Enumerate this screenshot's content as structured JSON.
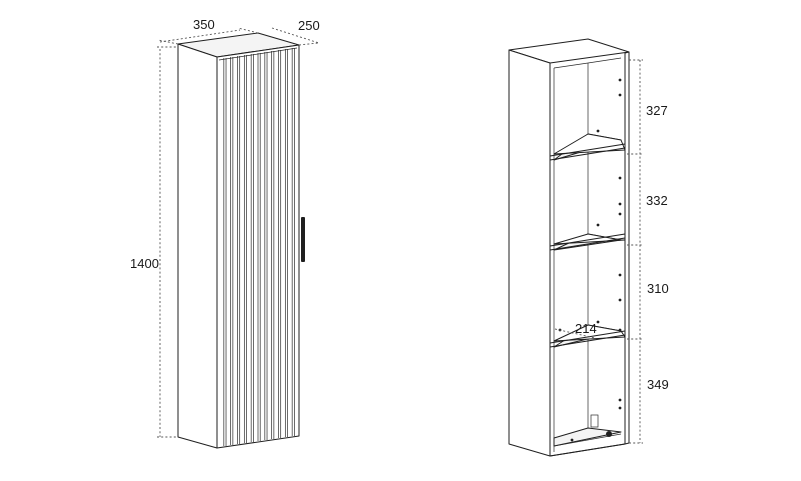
{
  "dimensions": {
    "closed_cabinet": {
      "width": "350",
      "depth": "250",
      "height": "1400"
    },
    "open_cabinet": {
      "compartment_1": "327",
      "compartment_2": "332",
      "compartment_3": "310",
      "compartment_4": "349",
      "inner_depth": "214"
    }
  },
  "colors": {
    "line": "#1f1f1f",
    "dimension_line": "#555555",
    "background": "#ffffff"
  },
  "icons": {
    "handle": "vertical-bar-handle",
    "shelf_pin": "dot",
    "hinge_plate": "rectangle"
  }
}
